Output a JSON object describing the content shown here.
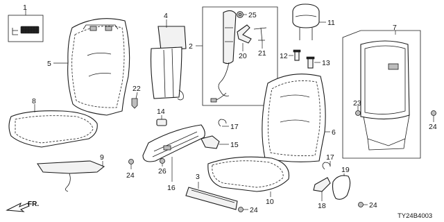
{
  "callouts": {
    "c1": "1",
    "c2": "2",
    "c3": "3",
    "c4": "4",
    "c5": "5",
    "c6": "6",
    "c7": "7",
    "c8": "8",
    "c9": "9",
    "c10": "10",
    "c11": "11",
    "c12": "12",
    "c13": "13",
    "c14": "14",
    "c15": "15",
    "c16": "16",
    "c17a": "17",
    "c17b": "17",
    "c18": "18",
    "c19": "19",
    "c20": "20",
    "c21": "21",
    "c22": "22",
    "c23": "23",
    "c24a": "24",
    "c24b": "24",
    "c24c": "24",
    "c24d": "24",
    "c25": "25",
    "c26": "26"
  },
  "direction_label": "FR.",
  "diagram_code": "TY24B4003"
}
